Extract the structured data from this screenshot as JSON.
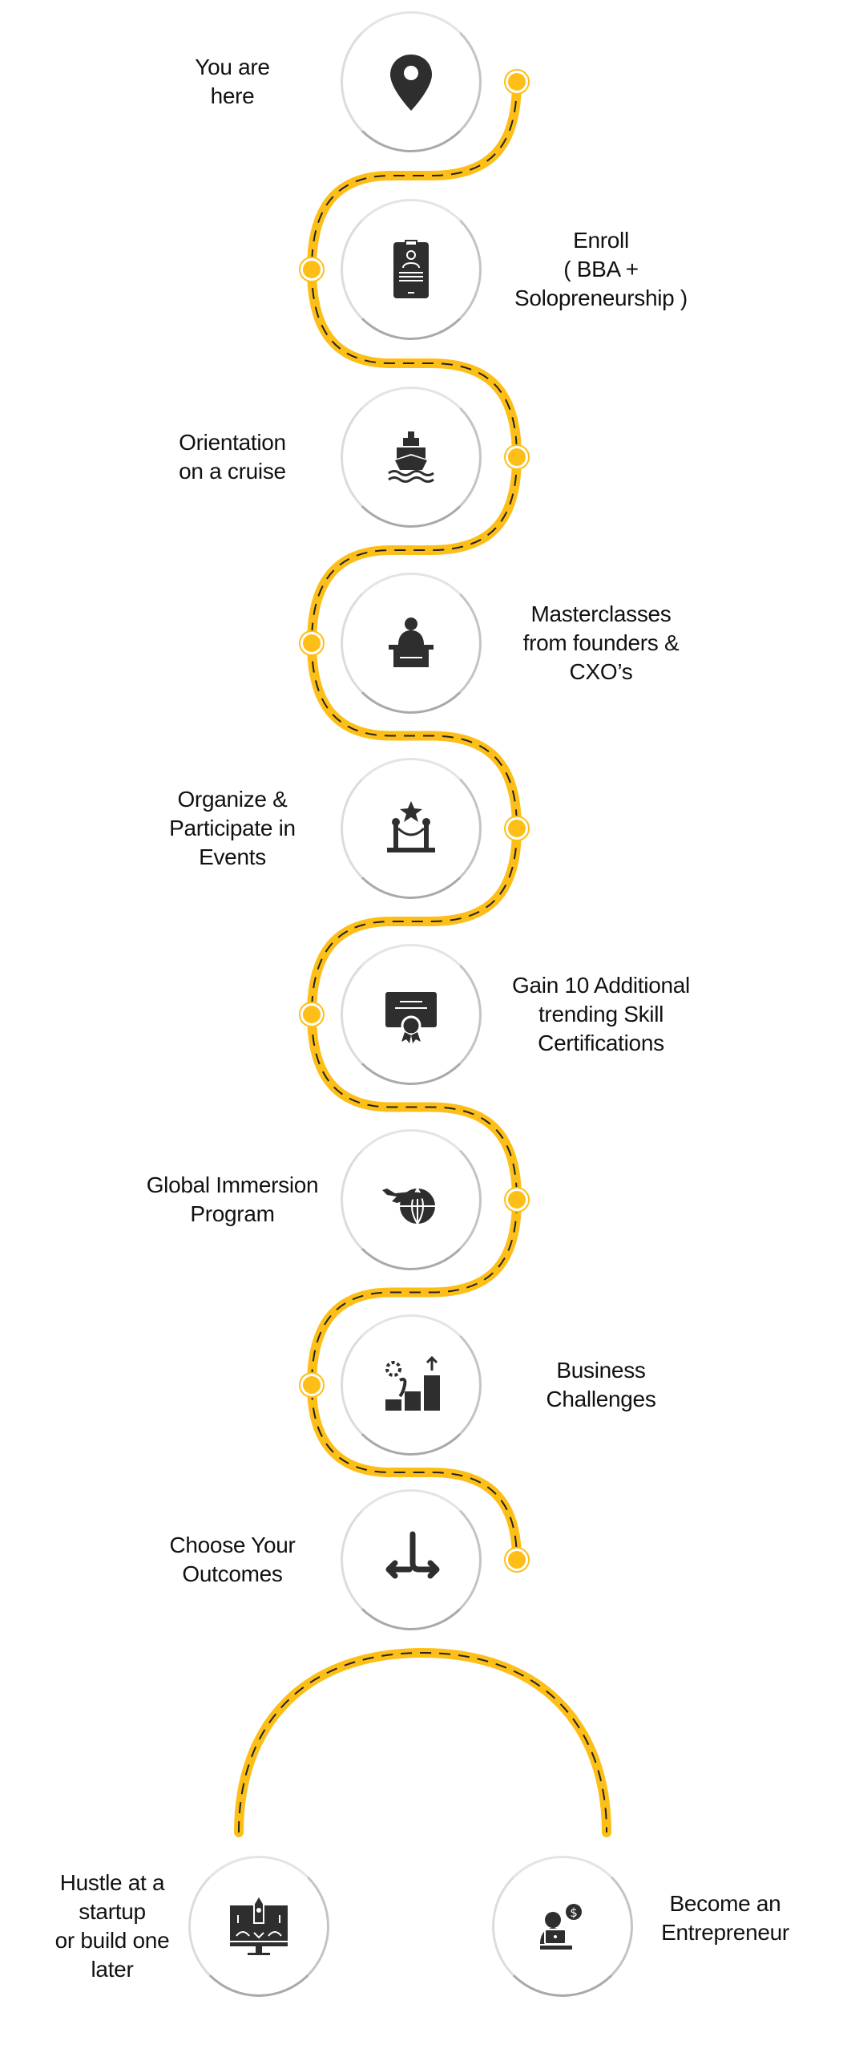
{
  "colors": {
    "path": "#FDBF17",
    "dash": "#222222",
    "icon": "#2e2e2e"
  },
  "steps": [
    {
      "label": "You are\nhere",
      "icon": "location-pin-icon"
    },
    {
      "label": "Enroll\n( BBA +\nSolopreneurship )",
      "icon": "id-card-icon"
    },
    {
      "label": "Orientation\non a cruise",
      "icon": "ship-icon"
    },
    {
      "label": "Masterclasses\nfrom founders &\nCXO’s",
      "icon": "speaker-podium-icon"
    },
    {
      "label": "Organize &\nParticipate in\nEvents",
      "icon": "event-stanchion-icon"
    },
    {
      "label": "Gain 10 Additional\ntrending Skill\nCertifications",
      "icon": "certificate-icon"
    },
    {
      "label": "Global Immersion\nProgram",
      "icon": "plane-globe-icon"
    },
    {
      "label": "Business\nChallenges",
      "icon": "business-challenge-icon"
    },
    {
      "label": "Choose Your\nOutcomes",
      "icon": "split-arrows-icon"
    }
  ],
  "outcomes": [
    {
      "label": "Hustle at a\nstartup\nor build one\nlater",
      "icon": "rocket-monitor-icon"
    },
    {
      "label": "Become an\nEntrepreneur",
      "icon": "entrepreneur-laptop-icon"
    }
  ]
}
